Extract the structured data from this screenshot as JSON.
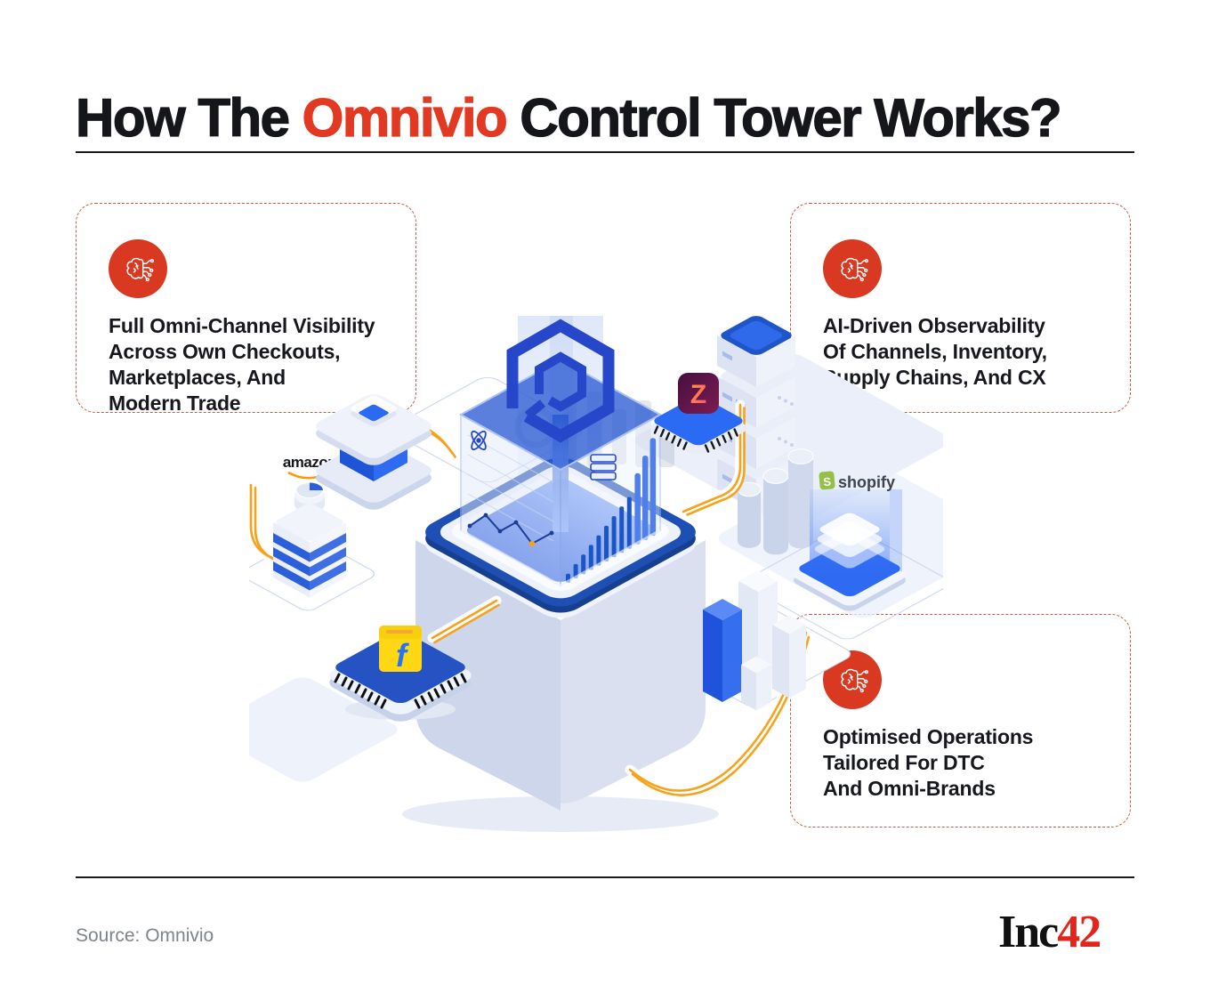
{
  "header": {
    "title_prefix": "How The ",
    "title_brand": "Omnivio",
    "title_suffix": " Control Tower Works?"
  },
  "cards": {
    "visibility": {
      "lines": [
        "Full Omni-Channel Visibility",
        "Across Own Checkouts,",
        "Marketplaces, And",
        "Modern Trade"
      ]
    },
    "observability": {
      "lines": [
        "AI-Driven Observability",
        "Of Channels, Inventory,",
        "Supply Chains, And CX"
      ]
    },
    "operations": {
      "lines": [
        "Optimised Operations",
        "Tailored For DTC",
        "And Omni-Brands"
      ]
    }
  },
  "illustration": {
    "amazon_label": "amazon",
    "shopify_label": "shopify",
    "shopify_bag_letter": "S",
    "flipkart_letter": "f",
    "zepto_letter": "Z"
  },
  "colors": {
    "accent_red": "#E23A22",
    "icon_red": "#D93920",
    "dash_border": "#C4584A",
    "brand_blue": "#2647C9",
    "cable_orange": "#F6A21D"
  },
  "footer": {
    "source": "Source: Omnivio",
    "logo_black": "Inc",
    "logo_red": "42"
  }
}
